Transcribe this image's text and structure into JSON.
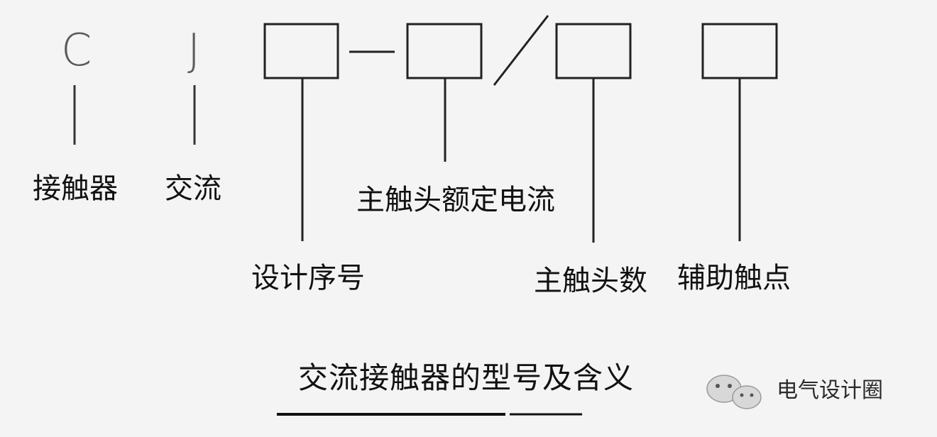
{
  "diagram": {
    "letters": {
      "c": "C",
      "j": "J"
    },
    "labels": {
      "contactor": "接触器",
      "ac": "交流",
      "design_no": "设计序号",
      "rated_current": "主触头额定电流",
      "main_contacts": "主触头数",
      "aux_contacts": "辅助触点"
    },
    "separators": {
      "dash": "—",
      "slash": "/"
    },
    "title": "交流接触器的型号及含义"
  },
  "watermark": {
    "text": "电气设计圈"
  }
}
